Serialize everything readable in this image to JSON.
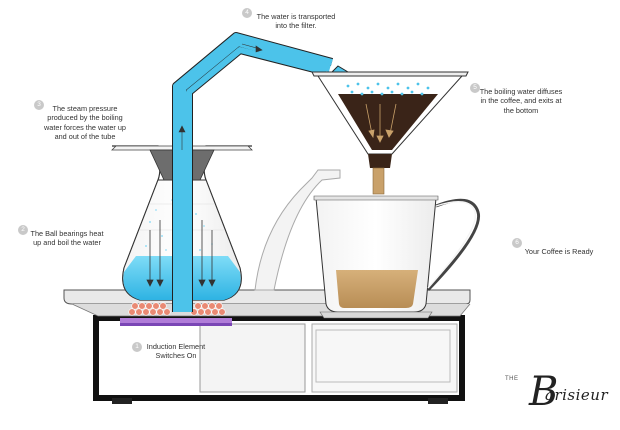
{
  "steps": [
    {
      "number": "1",
      "text": "Induction Element Switches On"
    },
    {
      "number": "2",
      "text": "The Ball bearings heat up and boil the water"
    },
    {
      "number": "3",
      "text": "The steam pressure produced by the boiling water forces the water up and out of the tube"
    },
    {
      "number": "4",
      "text": "The water is transported into the filter."
    },
    {
      "number": "5",
      "text": "The boiling water diffuses in the coffee, and exits at the bottom"
    },
    {
      "number": "6",
      "text": "Your Coffee is Ready"
    }
  ],
  "logo": {
    "prefix": "THE",
    "letter": "B",
    "word": "arisieur"
  },
  "colors": {
    "water": "#4cc3ea",
    "coffee": "#3a2418",
    "crema": "#c9a16a",
    "line": "#222222",
    "heater": "#b07cd8"
  }
}
